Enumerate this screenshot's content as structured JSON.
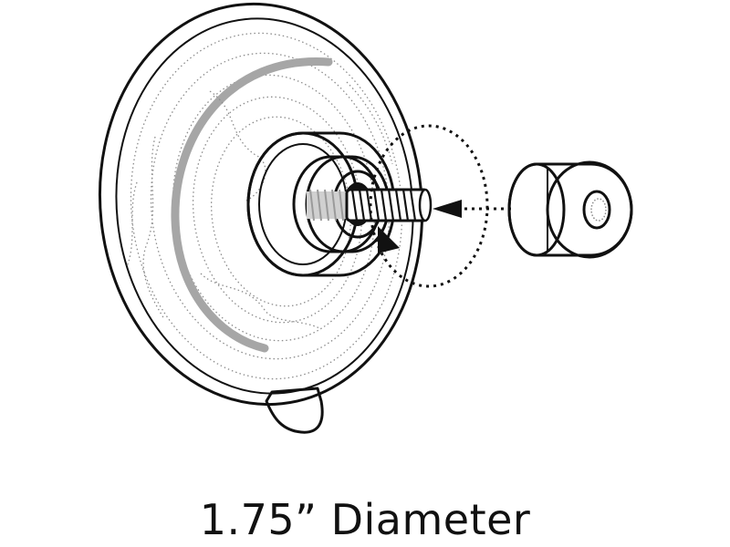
{
  "caption": {
    "text": "1.75” Diameter"
  },
  "parts": {
    "suction_cup": "suction-cup",
    "threaded_stud": "threaded-stud",
    "nut": "nut",
    "arrow": "assembly-arrow",
    "detail_circle": "detail-callout-circle"
  },
  "colors": {
    "line": "#111111",
    "texture": "#8c8c8c",
    "ring_shadow": "#a6a6a6"
  }
}
